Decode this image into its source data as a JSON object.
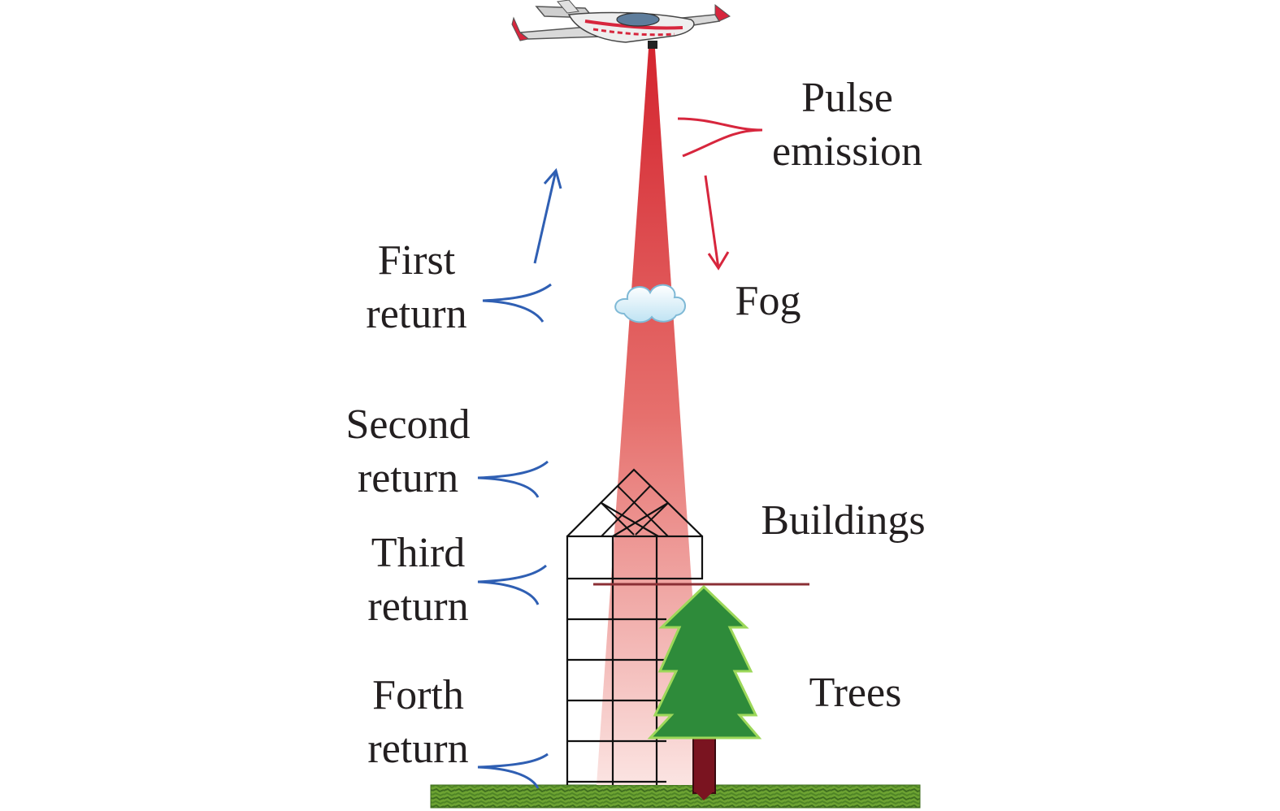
{
  "labels": {
    "pulse_emission": [
      "Pulse",
      "emission"
    ],
    "fog": "Fog",
    "buildings": "Buildings",
    "trees": "Trees",
    "first_return": [
      "First",
      "return"
    ],
    "second_return": [
      "Second",
      "return"
    ],
    "third_return": [
      "Third",
      "return"
    ],
    "forth_return": [
      "Forth",
      "return"
    ]
  },
  "colors": {
    "emission": "#d7263d",
    "return": "#2f5fb3",
    "beam_top": "#d4252f",
    "beam_bottom": "#fbe4e2",
    "tree_green": "#2e8b3a",
    "trunk": "#7a1420",
    "ground": "#5f9a2c",
    "text": "#231f20"
  },
  "icons": {
    "aircraft": "airplane-icon",
    "fog": "cloud-icon",
    "building": "building-icon",
    "tree": "pine-tree-icon"
  }
}
